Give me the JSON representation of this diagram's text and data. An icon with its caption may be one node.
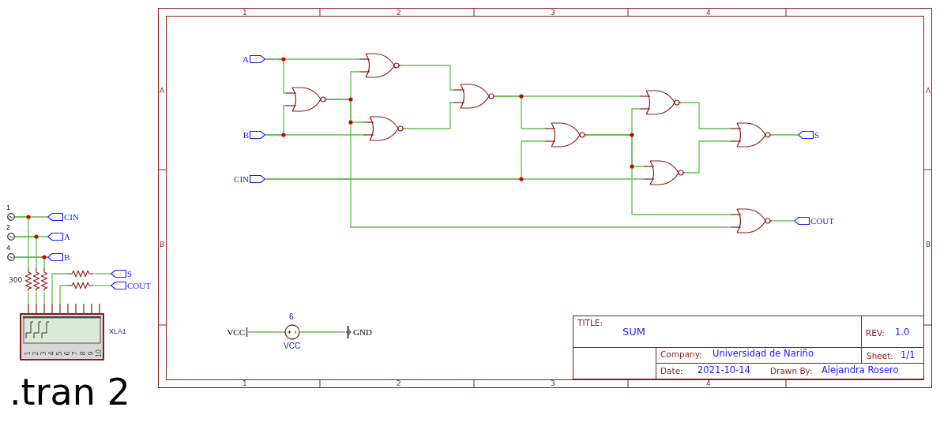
{
  "diagram": {
    "nodes": [
      {
        "text": [],
        "shape": "circle",
        "beside": [
          "1"
        ]
      },
      {
        "text": [
          "CIN"
        ]
      },
      {
        "text": [],
        "shape": "circle",
        "beside": [
          "2"
        ]
      },
      {
        "text": [
          "A"
        ]
      },
      {
        "text": [],
        "shape": "circle",
        "beside": [
          "4"
        ]
      },
      {
        "text": [
          "B"
        ]
      },
      {
        "text": [],
        "shape": "resistor"
      },
      {
        "text": [],
        "shape": "resistor"
      },
      {
        "text": [],
        "shape": "resistor"
      },
      {
        "text": [
          "S"
        ]
      },
      {
        "text": [
          "COUT"
        ]
      },
      {
        "text": [],
        "shape": "resistor"
      },
      {
        "text": [],
        "shape": "resistor"
      },
      {
        "text": [],
        "shape": "box",
        "beside": [
          "XLA1"
        ]
      },
      {
        "text": [
          "A"
        ]
      },
      {
        "text": [
          "B"
        ]
      },
      {
        "text": [
          "CIN"
        ]
      },
      {
        "text": [],
        "shape": "gate"
      },
      {
        "text": [],
        "shape": "gate"
      },
      {
        "text": [],
        "shape": "gate"
      },
      {
        "text": [],
        "shape": "gate"
      },
      {
        "text": [],
        "shape": "gate"
      },
      {
        "text": [],
        "shape": "gate"
      },
      {
        "text": [],
        "shape": "gate"
      },
      {
        "text": [],
        "shape": "gate"
      },
      {
        "text": [],
        "shape": "gate"
      },
      {
        "text": [
          "S"
        ]
      },
      {
        "text": [
          "COUT"
        ]
      },
      {
        "text": [
          "VCC"
        ]
      },
      {
        "text": [],
        "shape": "circle",
        "beside": [
          "6",
          "VCC"
        ]
      },
      {
        "text": [
          "GND"
        ]
      }
    ],
    "edges": [
      {
        "from": 0,
        "to": 1,
        "arrow": "none"
      },
      {
        "from": 0,
        "to": 6,
        "arrow": "none"
      },
      {
        "from": 2,
        "to": 3,
        "arrow": "none"
      },
      {
        "from": 2,
        "to": 7,
        "arrow": "none"
      },
      {
        "from": 4,
        "to": 5,
        "arrow": "none"
      },
      {
        "from": 4,
        "to": 8,
        "arrow": "none"
      },
      {
        "from": 6,
        "to": 13,
        "arrow": "none"
      },
      {
        "from": 7,
        "to": 13,
        "arrow": "none"
      },
      {
        "from": 8,
        "to": 13,
        "arrow": "none"
      },
      {
        "from": 9,
        "to": 11,
        "arrow": "none"
      },
      {
        "from": 11,
        "to": 13,
        "arrow": "none"
      },
      {
        "from": 10,
        "to": 12,
        "arrow": "none"
      },
      {
        "from": 12,
        "to": 13,
        "arrow": "none"
      },
      {
        "from": 14,
        "to": 17,
        "arrow": "none"
      },
      {
        "from": 14,
        "to": 18,
        "arrow": "none"
      },
      {
        "from": 15,
        "to": 17,
        "arrow": "none"
      },
      {
        "from": 15,
        "to": 19,
        "arrow": "none"
      },
      {
        "from": 17,
        "to": 18,
        "arrow": "none"
      },
      {
        "from": 17,
        "to": 19,
        "arrow": "none"
      },
      {
        "from": 17,
        "to": 25,
        "arrow": "none"
      },
      {
        "from": 18,
        "to": 20,
        "arrow": "none"
      },
      {
        "from": 19,
        "to": 20,
        "arrow": "none"
      },
      {
        "from": 20,
        "to": 21,
        "arrow": "none"
      },
      {
        "from": 16,
        "to": 21,
        "arrow": "none"
      },
      {
        "from": 20,
        "to": 22,
        "arrow": "none"
      },
      {
        "from": 21,
        "to": 22,
        "arrow": "none"
      },
      {
        "from": 21,
        "to": 23,
        "arrow": "none"
      },
      {
        "from": 16,
        "to": 23,
        "arrow": "none"
      },
      {
        "from": 21,
        "to": 25,
        "arrow": "none"
      },
      {
        "from": 22,
        "to": 24,
        "arrow": "none"
      },
      {
        "from": 23,
        "to": 24,
        "arrow": "none"
      },
      {
        "from": 24,
        "to": 26,
        "arrow": "none"
      },
      {
        "from": 25,
        "to": 27,
        "arrow": "none"
      },
      {
        "from": 28,
        "to": 29,
        "arrow": "none"
      },
      {
        "from": 29,
        "to": 30,
        "arrow": "none"
      }
    ],
    "labels": [
      "1",
      "2",
      "3",
      "4",
      "A",
      "A",
      "B",
      "B",
      "300",
      "1",
      "2",
      "3",
      "4",
      "5",
      "6",
      "7",
      "8",
      "9",
      "10",
      ".tran 2",
      "TITLE:",
      "SUM",
      "REV:",
      "1.0",
      "Company:",
      "Universidad de Nariño",
      "Sheet:",
      "1/1",
      "Date:",
      "2021-10-14",
      "Drawn By:",
      "Alejandra Rosero",
      "1",
      "2",
      "3",
      "4"
    ]
  }
}
